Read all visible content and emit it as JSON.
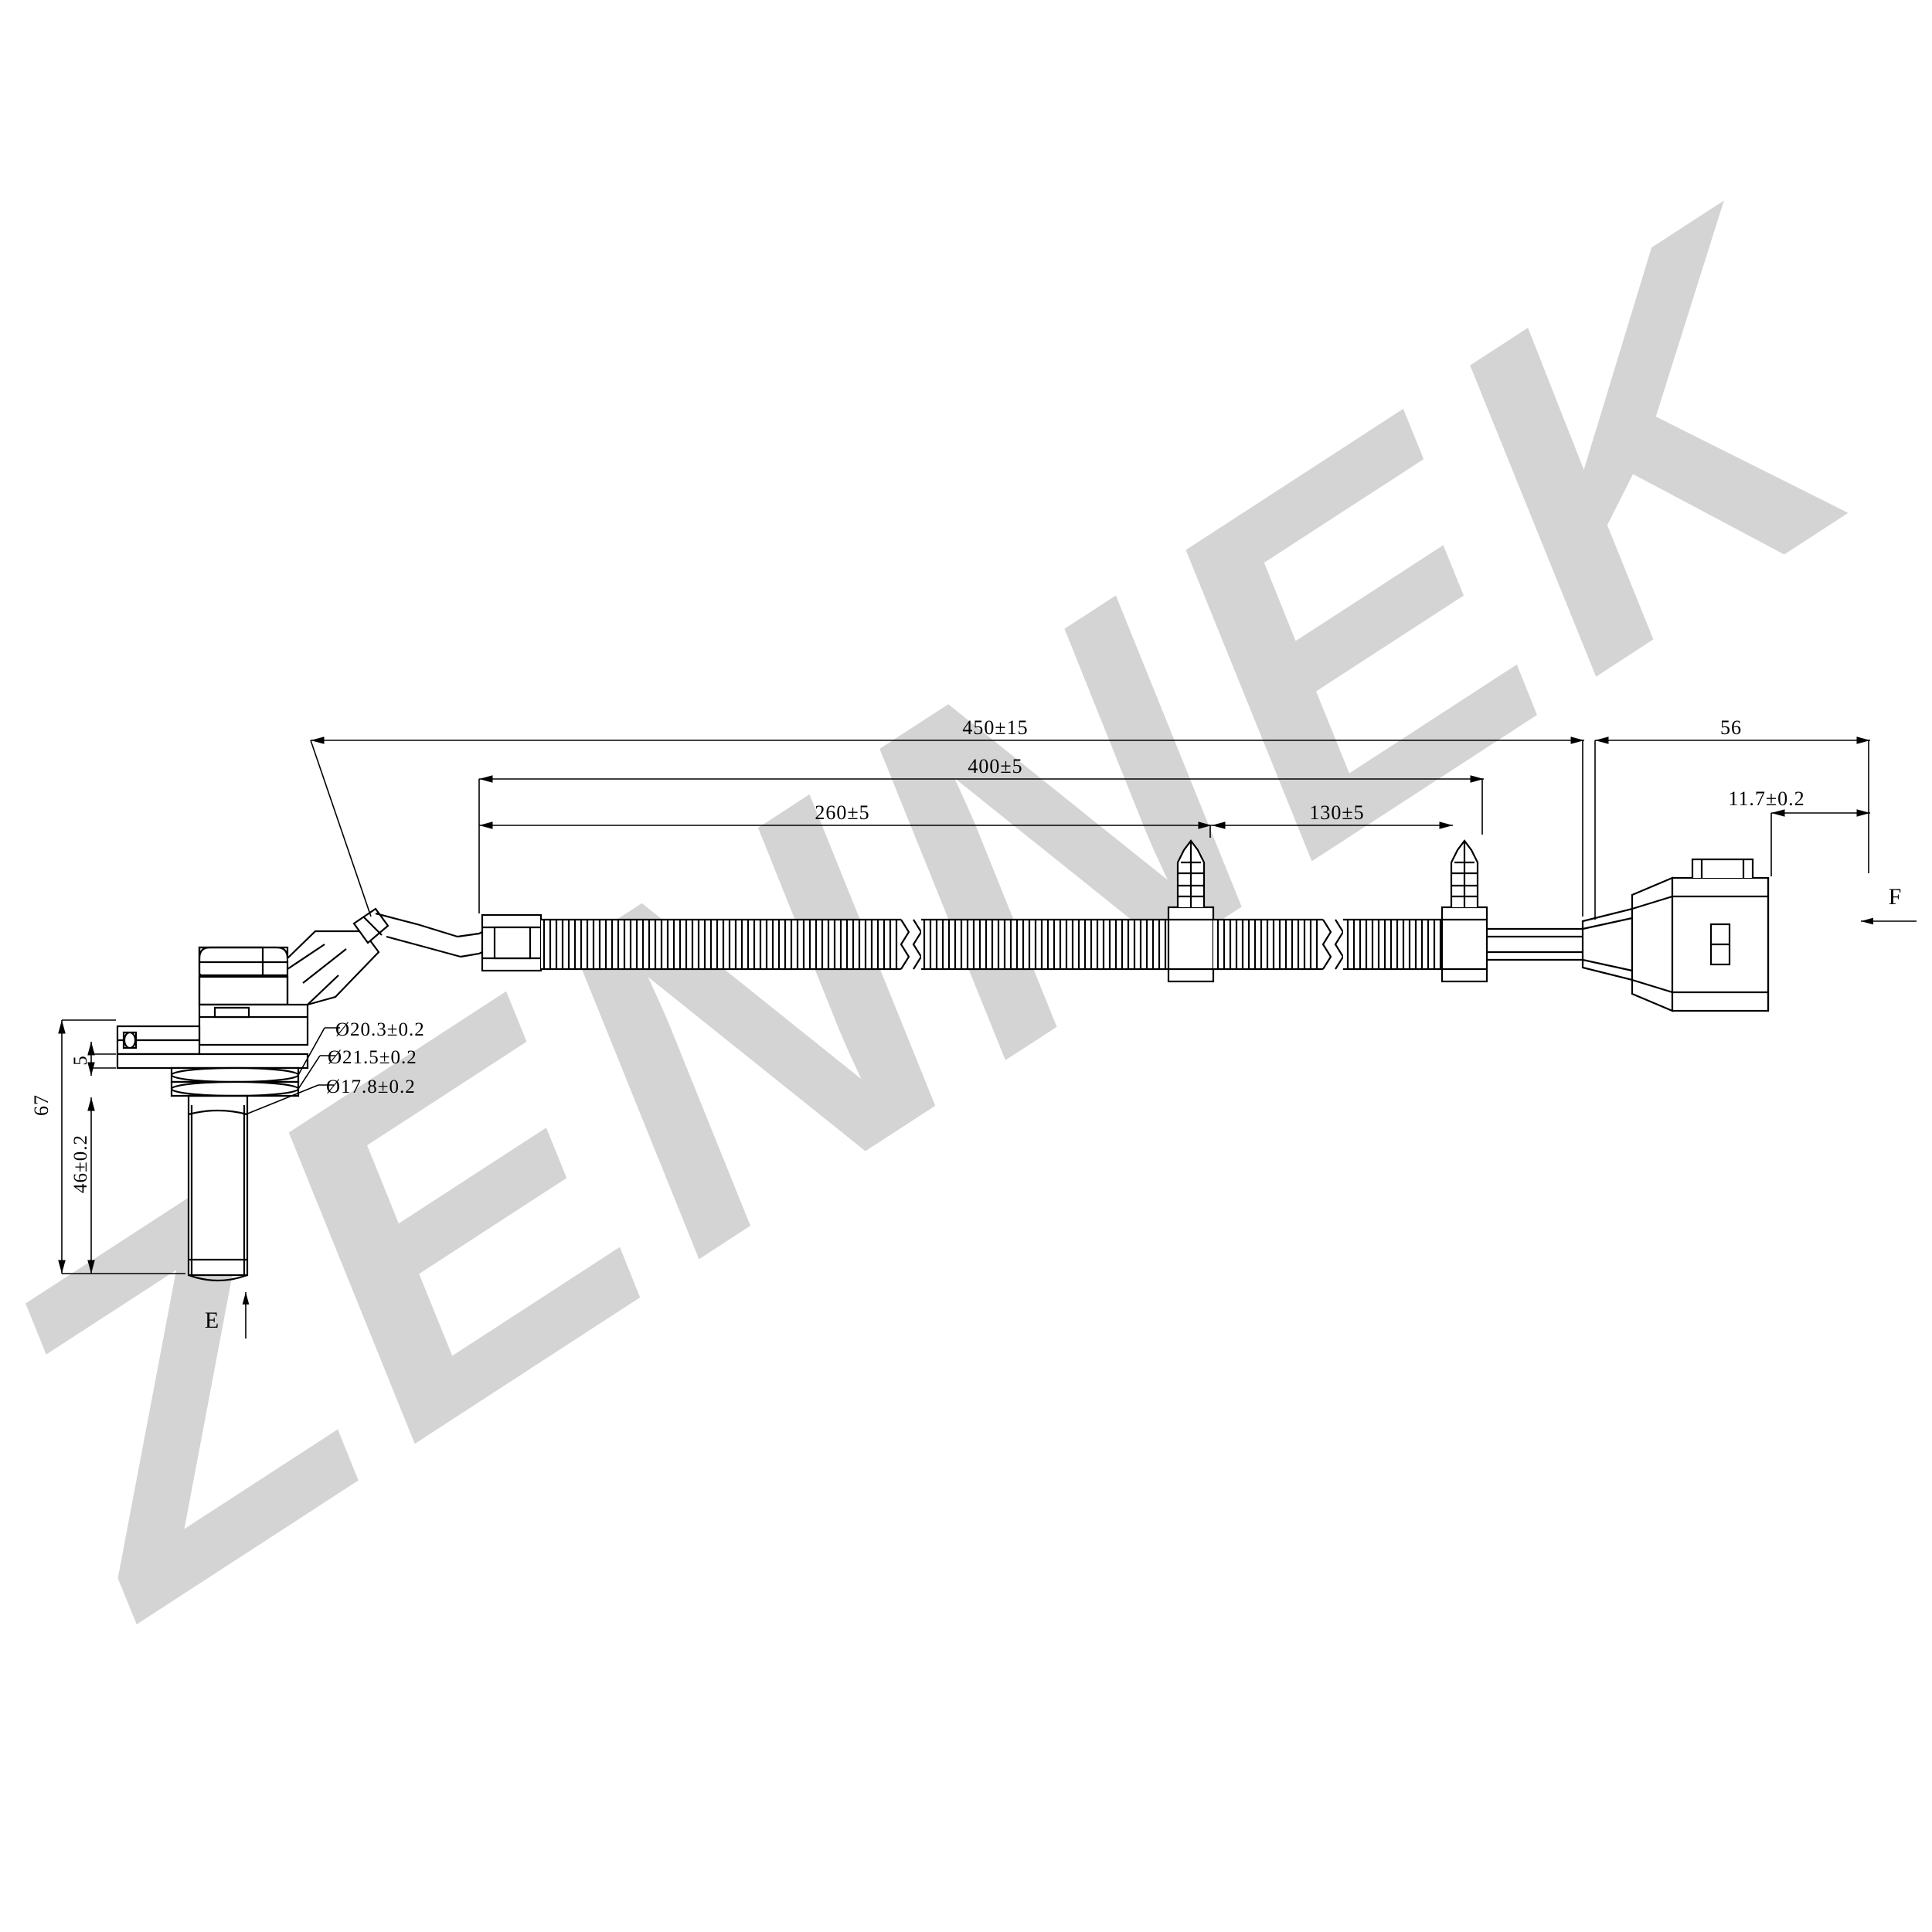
{
  "document": {
    "type": "engineering-drawing",
    "subject": "camshaft-position-sensor-with-cable-harness"
  },
  "watermark": {
    "text": "ZENNEK"
  },
  "dimensions": {
    "total_cable": "450±15",
    "to_second_clip": "400±5",
    "to_first_clip": "260±5",
    "clip_spacing": "130±5",
    "connector_length": "56",
    "connector_height": "11.7±0.2",
    "body_height": "67",
    "probe_length": "46±0.2",
    "flange_thickness": "5",
    "diameter_1": "Ø20.3±0.2",
    "diameter_2": "Ø21.5±0.2",
    "diameter_3": "Ø17.8±0.2"
  },
  "view_marks": {
    "bottom": "E",
    "right": "F"
  }
}
